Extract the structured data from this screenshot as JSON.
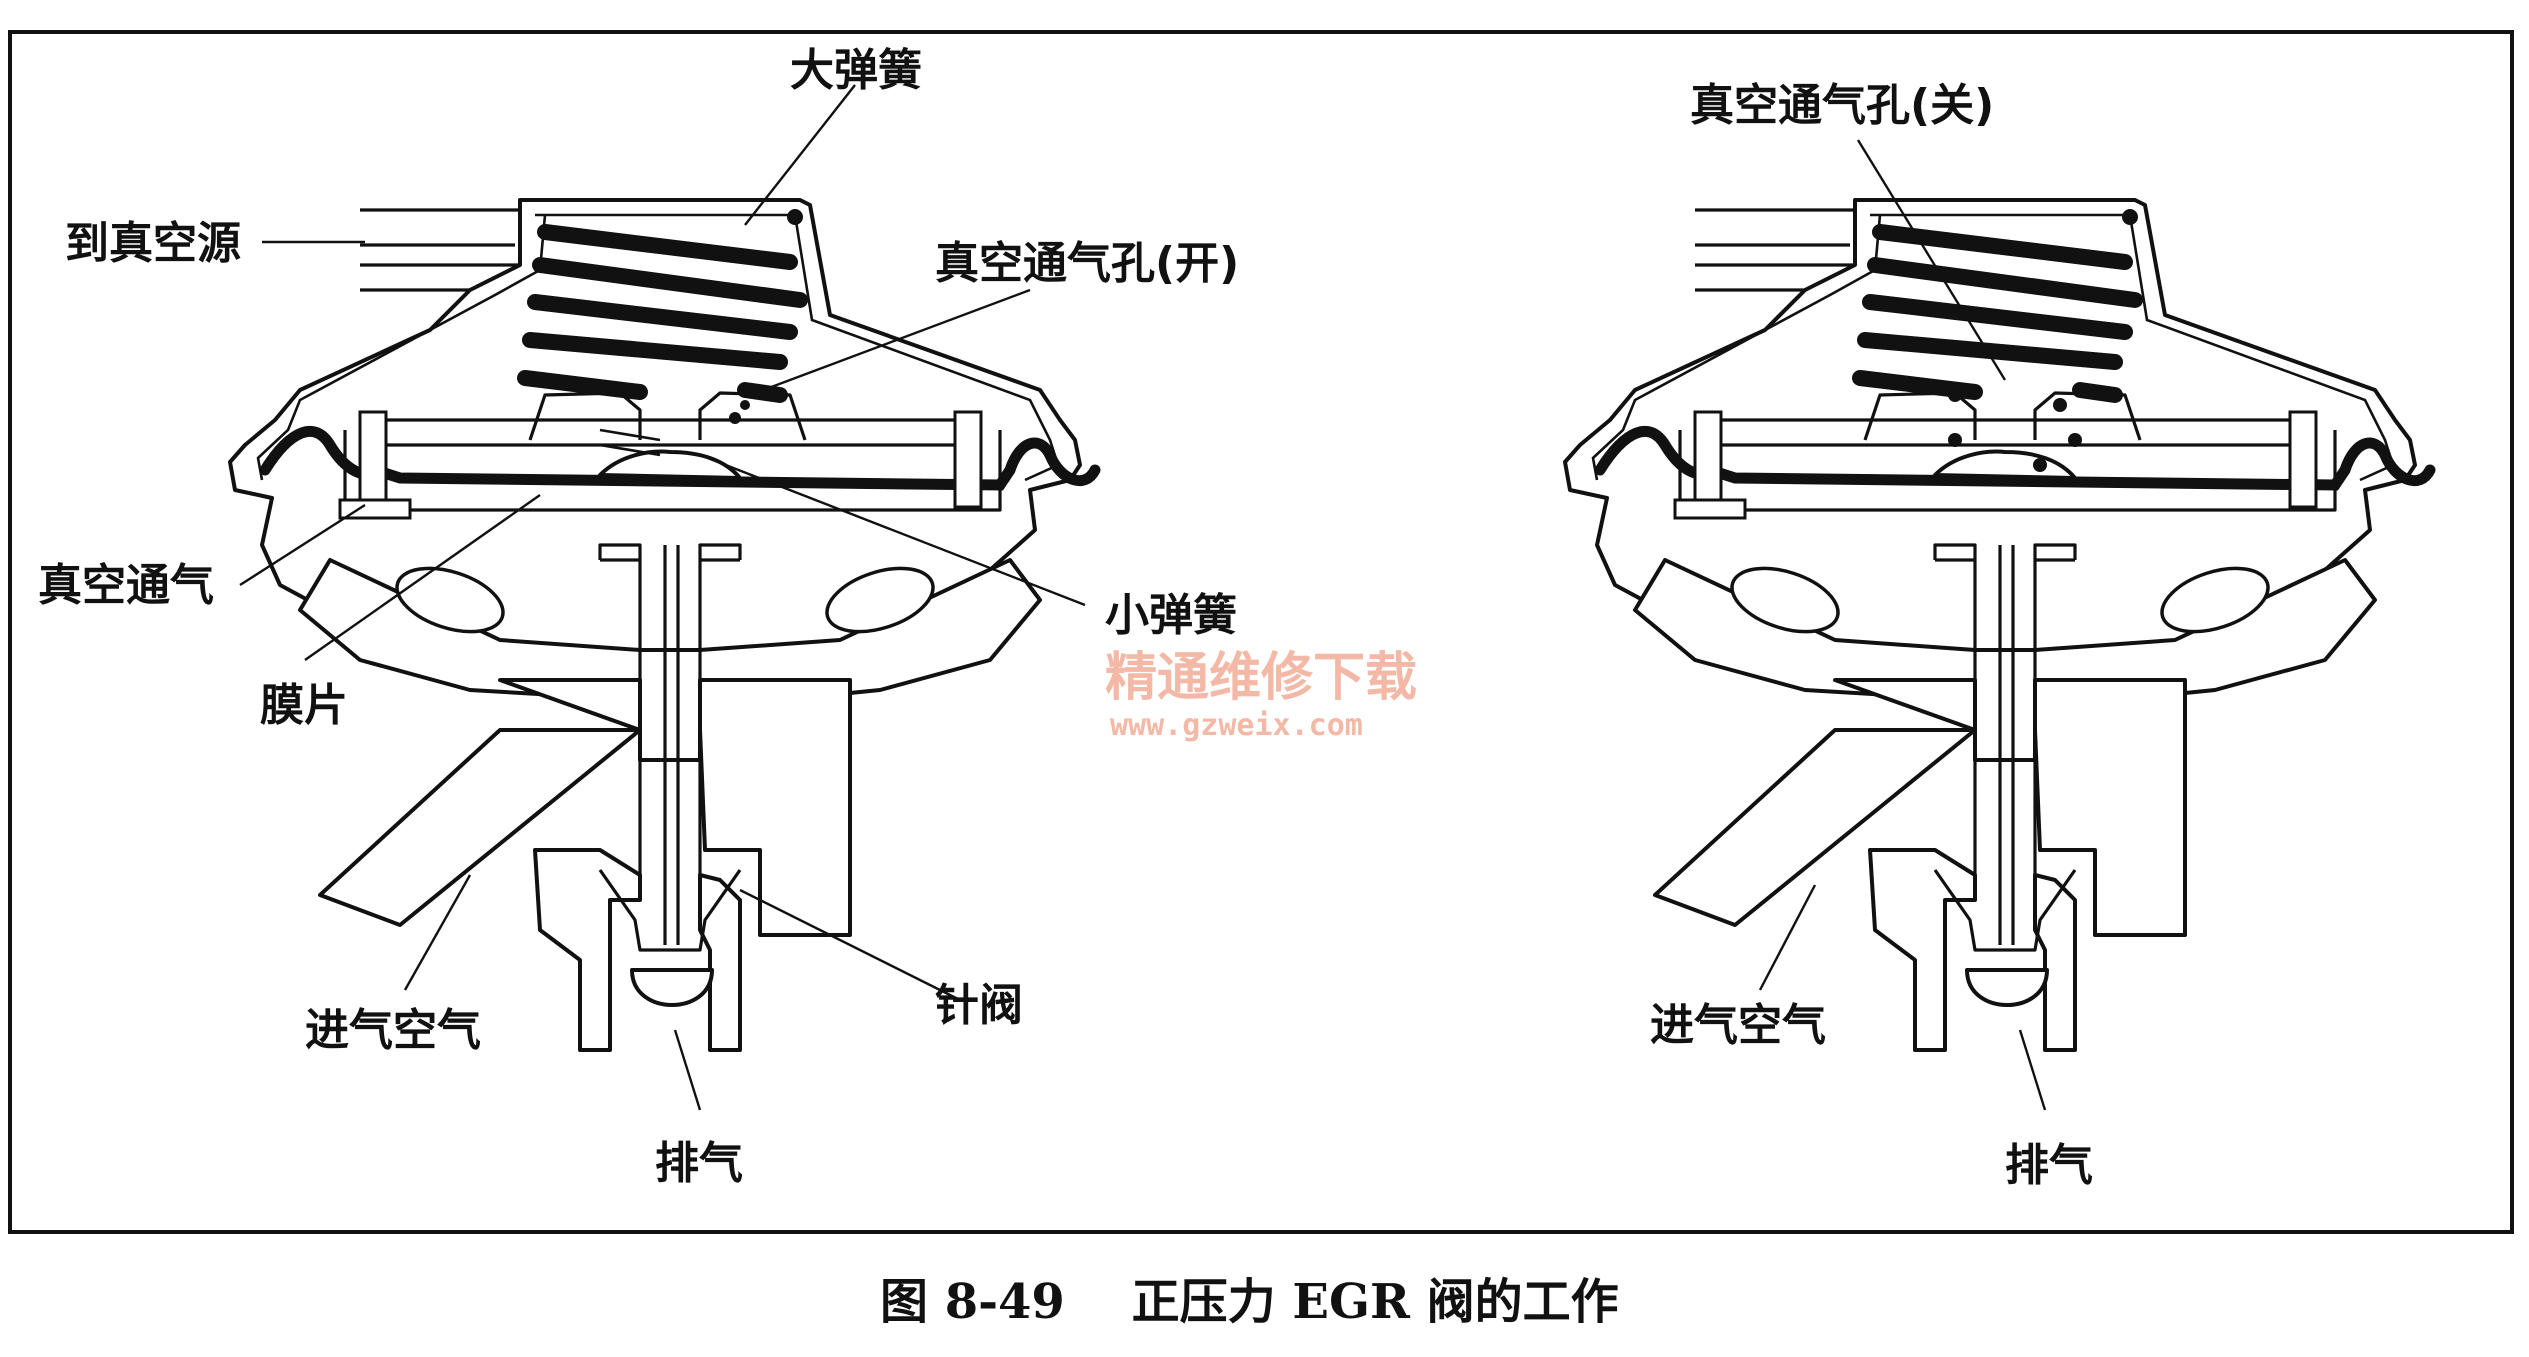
{
  "labels": {
    "big_spring": "大弹簧",
    "to_vacuum_source": "到真空源",
    "vent_open": "真空通气孔(开)",
    "vacuum_vent": "真空通气",
    "small_spring": "小弹簧",
    "diaphragm": "膜片",
    "intake_air_left": "进气空气",
    "needle_valve": "针阀",
    "exhaust_left": "排气",
    "vent_closed": "真空通气孔(关)",
    "intake_air_right": "进气空气",
    "exhaust_right": "排气"
  },
  "watermark": {
    "line1": "精通维修下载",
    "line2": "www.gzweix.com"
  },
  "caption": "图 8-49    正压力 EGR 阀的工作"
}
